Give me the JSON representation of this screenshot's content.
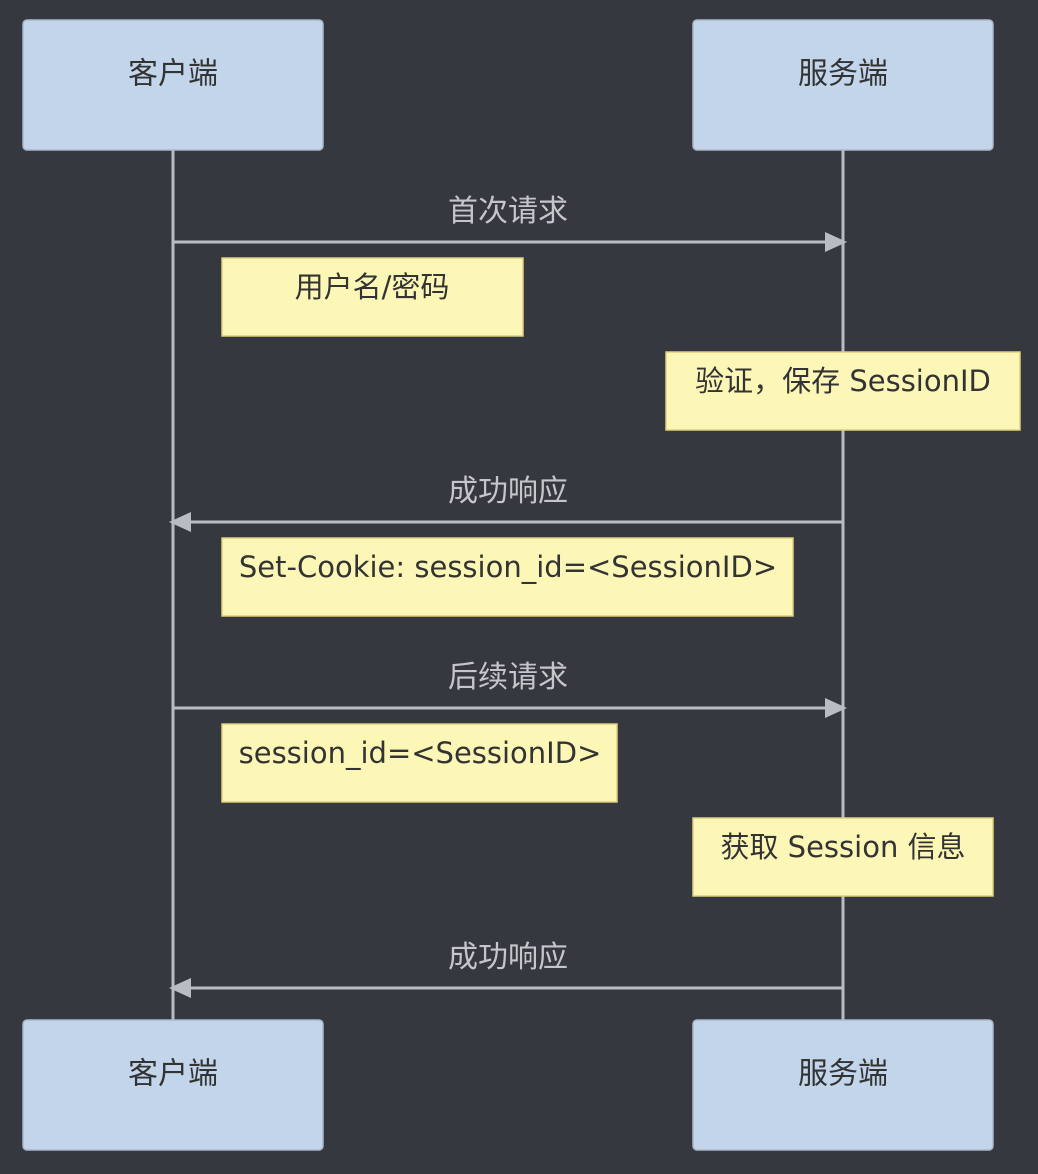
{
  "participants": [
    {
      "id": "client",
      "label": "客户端"
    },
    {
      "id": "server",
      "label": "服务端"
    }
  ],
  "messages": [
    {
      "from": "client",
      "to": "server",
      "label": "首次请求"
    },
    {
      "from": "server",
      "to": "client",
      "label": "成功响应"
    },
    {
      "from": "client",
      "to": "server",
      "label": "后续请求"
    },
    {
      "from": "server",
      "to": "client",
      "label": "成功响应"
    }
  ],
  "notes": [
    {
      "over": "client",
      "text": "用户名/密码"
    },
    {
      "over": "server",
      "text": "验证，保存 SessionID"
    },
    {
      "over": "client",
      "text": "Set-Cookie: session_id=<SessionID>"
    },
    {
      "over": "client",
      "text": "session_id=<SessionID>"
    },
    {
      "over": "server",
      "text": "获取 Session 信息"
    }
  ],
  "colors": {
    "background": "#35383e",
    "actor_fill": "#c2d5ea",
    "note_fill": "#fdf7b7",
    "line": "#b9bcc2",
    "message_text": "#c4c6ca"
  }
}
